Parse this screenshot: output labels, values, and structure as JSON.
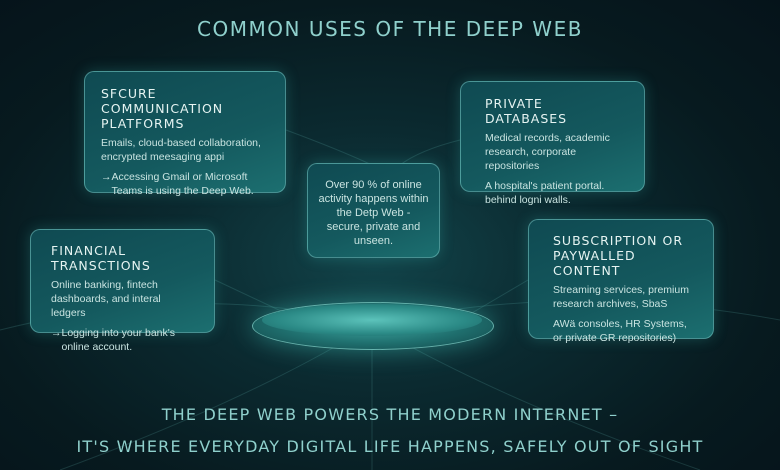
{
  "title": "COMMON USES OF THE DEEP WEB",
  "cards": {
    "communication": {
      "heading": "SFCURE COMMUNICATION PLATFORMS",
      "description": "Emails, cloud-based collaboration, encrypted meesaging appi",
      "example": "Accessing Gmail or Microsoft Teams is using the Deep Web."
    },
    "databases": {
      "heading": "PRIVATE DATABASES",
      "description": "Medical records, academic research, corporate repositories",
      "example": "A hospital's patient portal. behind logni walls."
    },
    "center": {
      "text": "Over 90 % of online activity happens within the Detp Web - secure, private and unseen."
    },
    "financial": {
      "heading": "FINANCIAL TRANSCTIONS",
      "description": "Online banking, fintech dashboards, and interal ledgers",
      "example": "Logging into your bank's online account."
    },
    "subscription": {
      "heading": "SUBSCRIPTION OR PAYWALLED CONTENT",
      "description": "Streaming services, premium research archives, SbaS",
      "example": "AWä consoles, HR Systems, or private GR repositories)"
    }
  },
  "arrow_glyph": "→",
  "footer": {
    "line1": "THE DEEP WEB POWERS THE MODERN INTERNET –",
    "line2": "IT'S WHERE EVERYDAY DIGITAL LIFE HAPPENS, SAFELY OUT OF SIGHT"
  }
}
